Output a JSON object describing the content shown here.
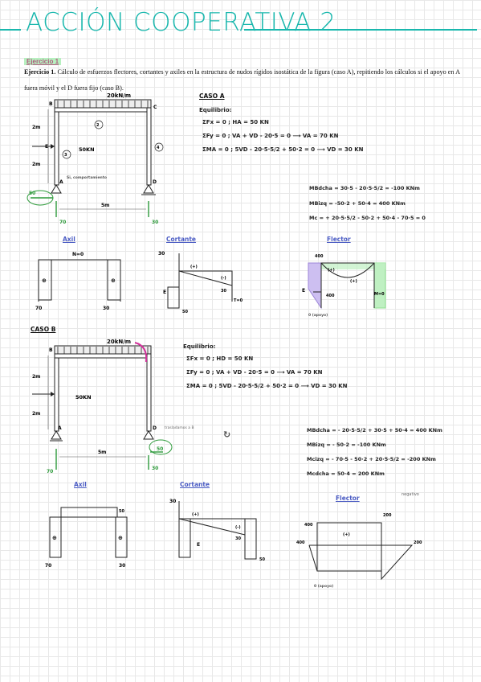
{
  "title": "ACCIÓN COOPERATIVA 2",
  "exercise_tag": "Ejercicio 1",
  "statement": {
    "lead": "Ejercicio 1.",
    "text": "Cálculo de esfuerzos flectores, cortantes y axiles en la estructura de nudos rígidos isostática de la figura (caso A), repitiendo los cálculos si el apoyo en A fuera móvil y el D fuera fijo (caso B)."
  },
  "case_a": {
    "heading": "CASO A",
    "equilibrium_label": "Equilibrio:",
    "eq1": "ΣFx = 0 ;   HA = 50 KN",
    "eq2": "ΣFy = 0 ;   VA + VD - 20·5 = 0  ⟶  VA = 70 KN",
    "eq3": "ΣMA = 0 ;  5VD -  20·5·5/2 + 50·2 = 0  ⟶  VD = 30 KN",
    "mom1": "MBdcha = 30·5 - 20·5·5/2 = -100 KNm",
    "mom2": "MBizq = -50·2 + 50·4 = 400 KNm",
    "mom3": "Mc = + 20·5·5/2 - 50·2 + 50·4 - 70·5 = 0",
    "labels": {
      "load": "20kN/m",
      "node_b": "B",
      "node_c": "C",
      "node_e": "E",
      "node_a": "A",
      "node_d": "D",
      "force": "50KN",
      "h1": "2m",
      "h2": "2m",
      "span": "5m",
      "note": "Si, comportamiento",
      "ra_h": "50",
      "ra_v": "70",
      "rd_v": "30",
      "c2": "2",
      "c3": "3",
      "c4": "4"
    },
    "axil": {
      "title": "Axil",
      "n_top": "N=0",
      "left_sym": "⊕",
      "right_sym": "⊕",
      "v_left": "70",
      "v_right": "30"
    },
    "cortante": {
      "title": "Cortante",
      "v30": "30",
      "p1": "(+)",
      "p2": "(-)",
      "v30b": "30",
      "t0": "T=0",
      "e": "E",
      "v50": "50",
      "v_left": "50"
    },
    "flector": {
      "title": "Flector",
      "m400": "400",
      "m_left": "(+)",
      "m_mid": "(+)",
      "m0": "M=0",
      "m400b": "400",
      "e": "E",
      "support": "0 (apoyo)"
    }
  },
  "case_b": {
    "heading": "CASO B",
    "equilibrium_label": "Equilibrio:",
    "eq1": "ΣFx = 0 ;   HD = 50 KN",
    "eq2": "ΣFy = 0 ;   VA + VD - 20·5 = 0  ⟶  VA = 70 KN",
    "eq3": "ΣMA = 0 ;  5VD -  20·5·5/2 + 50·2 = 0  ⟶  VD = 30 KN",
    "mom1": "MBdcha = - 20·5·5/2 + 30·5 + 50·4 = 400 KNm",
    "mom2": "MBizq = - 50·2 = -100 KNm",
    "mom3": "Mcizq = - 70·5 - 50·2 + 20·5·5/2 = -200 KNm",
    "mom4": "Mcdcha = 50·4 = 200 KNm",
    "side_note": "trasladamos a B",
    "neg_note": "negativo",
    "labels": {
      "load": "20kN/m",
      "node_b": "B",
      "node_a": "A",
      "node_d": "D",
      "force": "50KN",
      "h1": "2m",
      "h2": "2m",
      "span": "5m",
      "rd_h": "50",
      "ra_v": "70",
      "rd_v": "30"
    },
    "axil": {
      "title": "Axil",
      "n_top": "50",
      "left_sym": "⊕",
      "right_sym": "⊕",
      "v_left": "70",
      "v_right": "30"
    },
    "cortante": {
      "title": "Cortante",
      "v30": "30",
      "p1": "(+)",
      "p2": "(-)",
      "v30b": "30",
      "e": "E",
      "v50": "50"
    },
    "flector": {
      "title": "Flector",
      "m200": "200",
      "m400": "400",
      "m_mid": "(+)",
      "m200b": "200",
      "m400b": "400",
      "support": "0 (apoyo)"
    }
  },
  "colors": {
    "accent": "#19b7ad",
    "green": "#8ee08f",
    "purple": "#9d86d8",
    "pink": "#d2329b",
    "blue": "#4b5cc4"
  }
}
